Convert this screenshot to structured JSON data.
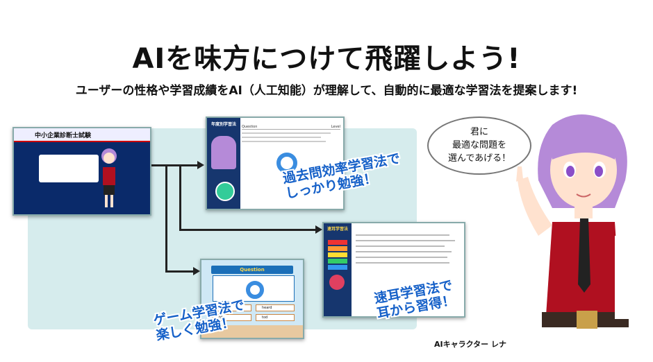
{
  "header": {
    "title": "AIを味方につけて飛躍しよう!",
    "subtitle": "ユーザーの性格や学習成績をAI（人工知能）が理解して、自動的に最適な学習法を提案します!"
  },
  "cards": {
    "main": {
      "app_label": "中小企業診断士試験"
    },
    "past_exam": {
      "side_label": "年度別学習法",
      "question": "Question",
      "level": "Level"
    },
    "audio": {
      "side_label": "速耳学習法"
    },
    "game": {
      "question": "Question",
      "options": [
        "found",
        "heard",
        "fd",
        "tod"
      ]
    }
  },
  "callouts": {
    "past_exam": "過去問効率学習法で\nしっかり勉強！",
    "audio": "速耳学習法で\n耳から習得！",
    "game": "ゲーム学習法で\n楽しく勉強！"
  },
  "character": {
    "speech": "君に\n最適な問題を\n選んであげる！",
    "caption": "AIキャラクター レナ"
  },
  "colors": {
    "callout": "#1560c8",
    "panel": "#d6eced",
    "ring": "#3a8de0",
    "vest": "#b01020"
  }
}
